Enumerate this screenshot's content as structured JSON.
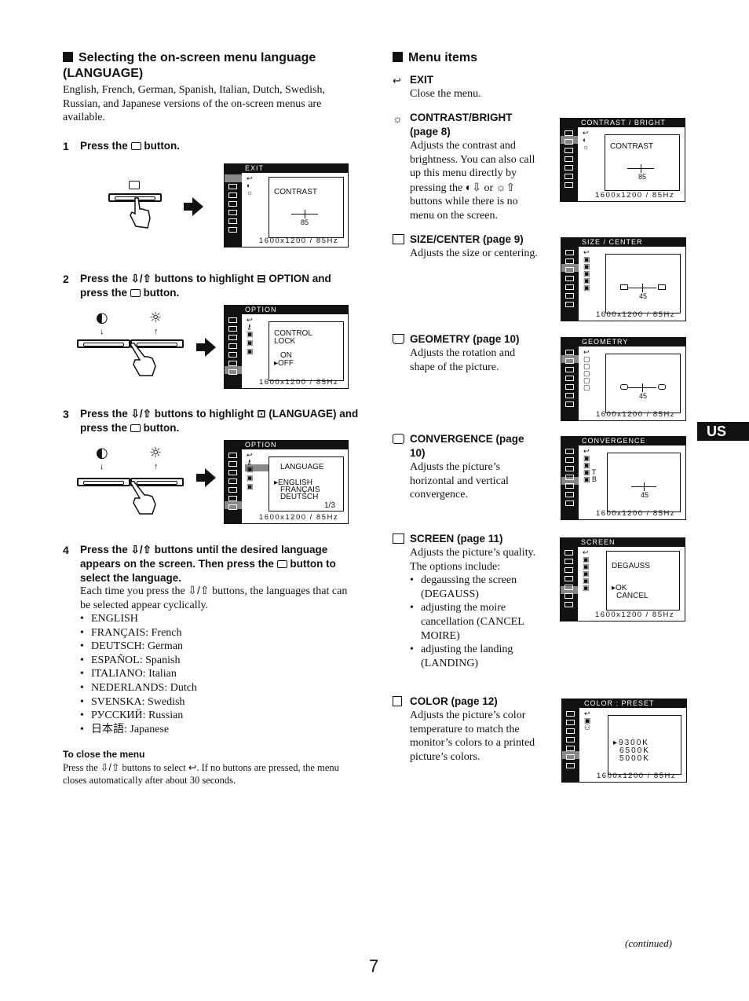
{
  "left": {
    "section_title": "Selecting the on-screen menu language (LANGUAGE)",
    "intro": "English, French, German, Spanish, Italian, Dutch, Swedish, Russian, and Japanese versions of the on-screen menus are available.",
    "step1": {
      "num": "1",
      "text_a": "Press the",
      "text_b": "button."
    },
    "step2": {
      "num": "2",
      "text_a": "Press the",
      "text_b": "buttons to highlight",
      "text_c": "OPTION and press the",
      "text_d": "button."
    },
    "step3": {
      "num": "3",
      "text_a": "Press the",
      "text_b": "buttons to highlight",
      "text_c": "(LANGUAGE) and press the",
      "text_d": "button."
    },
    "step4": {
      "num": "4",
      "text_a": "Press the",
      "text_b": "buttons until the desired language appears on the screen. Then press the",
      "text_c": "button to select the language.",
      "body_a": "Each time you press the",
      "body_b": "buttons, the languages that can be selected appear cyclically."
    },
    "languages": [
      "ENGLISH",
      "FRANÇAIS: French",
      "DEUTSCH: German",
      "ESPAÑOL: Spanish",
      "ITALIANO: Italian",
      "NEDERLANDS: Dutch",
      "SVENSKA: Swedish",
      "РУССКИЙ: Russian",
      "日本語: Japanese"
    ],
    "close_title": "To close the menu",
    "close_a": "Press the",
    "close_b": "buttons to select",
    "close_c": ". If no buttons are pressed, the menu closes automatically after about 30 seconds."
  },
  "right": {
    "section_title": "Menu items",
    "items": [
      {
        "title": "EXIT",
        "desc": "Close the menu."
      },
      {
        "title": "CONTRAST/BRIGHT (page 8)",
        "desc_a": "Adjusts the contrast and brightness. You can also call up this menu directly by pressing the",
        "desc_b": "or",
        "desc_c": "buttons while there is no menu on the screen."
      },
      {
        "title": "SIZE/CENTER  (page 9)",
        "desc": "Adjusts the size or centering."
      },
      {
        "title": "GEOMETRY (page 10)",
        "desc": "Adjusts the rotation and shape of the picture."
      },
      {
        "title": "CONVERGENCE (page 10)",
        "desc": "Adjusts the picture’s horizontal and vertical convergence."
      },
      {
        "title": "SCREEN (page 11)",
        "desc": "Adjusts the picture’s quality.",
        "desc2": "The options include:",
        "bullets": [
          "degaussing the screen (DEGAUSS)",
          "adjusting the moire cancellation (CANCEL MOIRE)",
          "adjusting the landing (LANDING)"
        ]
      },
      {
        "title": "COLOR (page 12)",
        "desc": "Adjusts the picture’s color temperature to match the monitor’s colors to a printed picture’s colors."
      }
    ]
  },
  "osd": {
    "footer": "1600x1200 /  85Hz",
    "exit_bar": "EXIT",
    "contrast_label": "CONTRAST",
    "contrast_value": "85",
    "option_bar": "OPTION",
    "control_lock": "CONTROL LOCK",
    "on": "ON",
    "off": "OFF",
    "language_label": "LANGUAGE",
    "lang_list": [
      "ENGLISH",
      "FRANÇAIS",
      "DEUTSCH"
    ],
    "lang_page": "1/3",
    "contrast_bright_bar": "CONTRAST / BRIGHT",
    "size_center_bar": "SIZE / CENTER",
    "size_value": "45",
    "geometry_bar": "GEOMETRY",
    "geometry_value": "45",
    "convergence_bar": "CONVERGENCE",
    "conv_t": "T",
    "conv_b": "B",
    "conv_value": "45",
    "screen_bar": "SCREEN",
    "degauss": "DEGAUSS",
    "ok": "OK",
    "cancel": "CANCEL",
    "color_bar": "COLOR    : PRESET",
    "color_temps": [
      "9300K",
      "6500K",
      "5000K"
    ]
  },
  "tab_label": "US",
  "continued": "(continued)",
  "page_number": "7"
}
